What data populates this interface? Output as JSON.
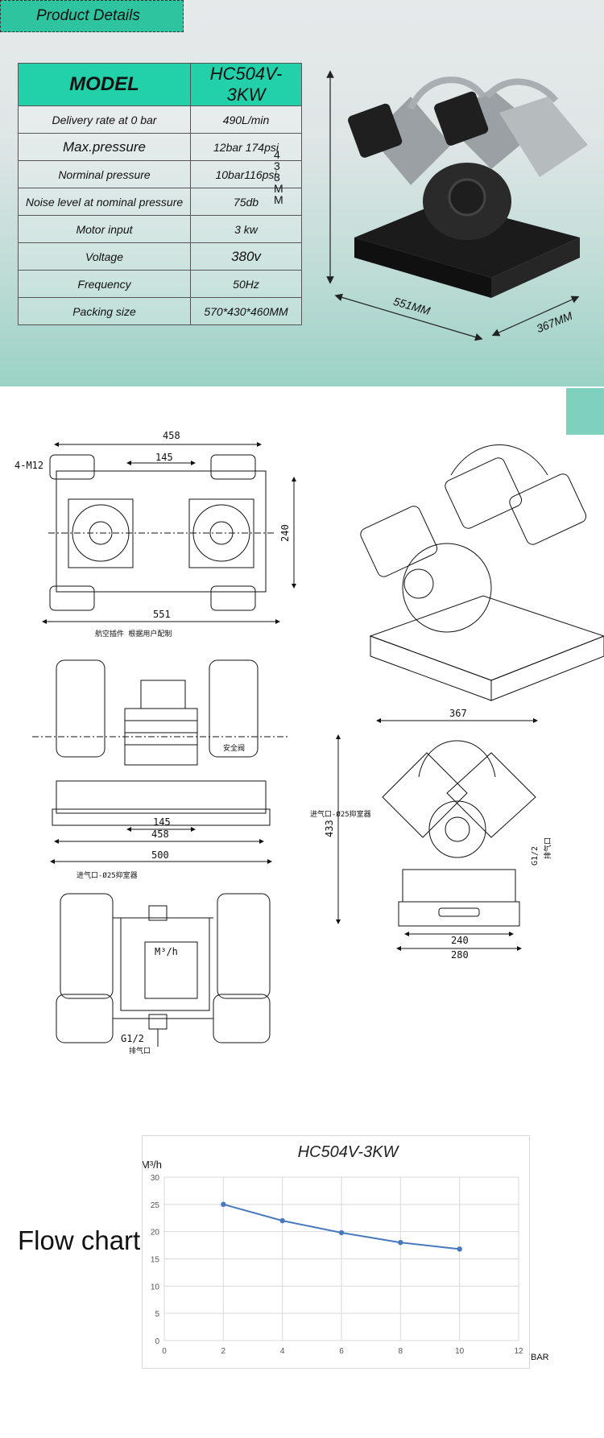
{
  "banner": {
    "title": "Product Details"
  },
  "spec_table": {
    "header": {
      "key": "MODEL",
      "value": "HC504V-3KW"
    },
    "rows": [
      {
        "key": "Delivery rate at 0 bar",
        "value": "490L/min"
      },
      {
        "key": "Max.pressure",
        "value": "12bar  174psi"
      },
      {
        "key": "Norminal pressure",
        "value": "10bar116psi"
      },
      {
        "key": "Noise level at nominal pressure",
        "value": "75db"
      },
      {
        "key": "Motor input",
        "value": "3  kw"
      },
      {
        "key": "Voltage",
        "value": "380v"
      },
      {
        "key": "Frequency",
        "value": "50Hz"
      },
      {
        "key": "Packing size",
        "value": "570*430*460MM"
      }
    ]
  },
  "product_dims": {
    "height": "433MM",
    "length": "551MM",
    "width": "367MM"
  },
  "drawings": {
    "top_view": {
      "width": "458",
      "inner": "145",
      "depth": "240",
      "bolt": "4-M12"
    },
    "front_view": {
      "overall": "551",
      "inner": "145",
      "base": "458",
      "total": "500",
      "note_plug": "航空插件  根据用户配制",
      "note_valve": "安全阀"
    },
    "side_view": {
      "width": "367",
      "height": "433",
      "base1": "240",
      "base2": "280",
      "inlet": "进气口-Ø25抑室器",
      "outlet_thread": "G1/2",
      "outlet": "排气口"
    },
    "bottom_view": {
      "inlet": "进气口-Ø25抑室器",
      "outlet_thread": "G1/2",
      "outlet": "排气口",
      "mark": "M³/h"
    }
  },
  "flow_section": {
    "title": "Flow chart"
  },
  "chart_data": {
    "type": "line",
    "title": "HC504V-3KW",
    "xlabel": "BAR",
    "ylabel": "M³/h",
    "x": [
      2,
      4,
      6,
      8,
      10
    ],
    "series": [
      {
        "values": [
          25,
          22,
          19.8,
          18,
          16.8
        ],
        "color": "#4a78bd"
      }
    ],
    "xlim": [
      0,
      12
    ],
    "ylim": [
      0,
      30
    ],
    "xticks": [
      0,
      2,
      4,
      6,
      8,
      10,
      12
    ],
    "yticks": [
      0,
      5,
      10,
      15,
      20,
      25,
      30
    ],
    "grid": true
  }
}
